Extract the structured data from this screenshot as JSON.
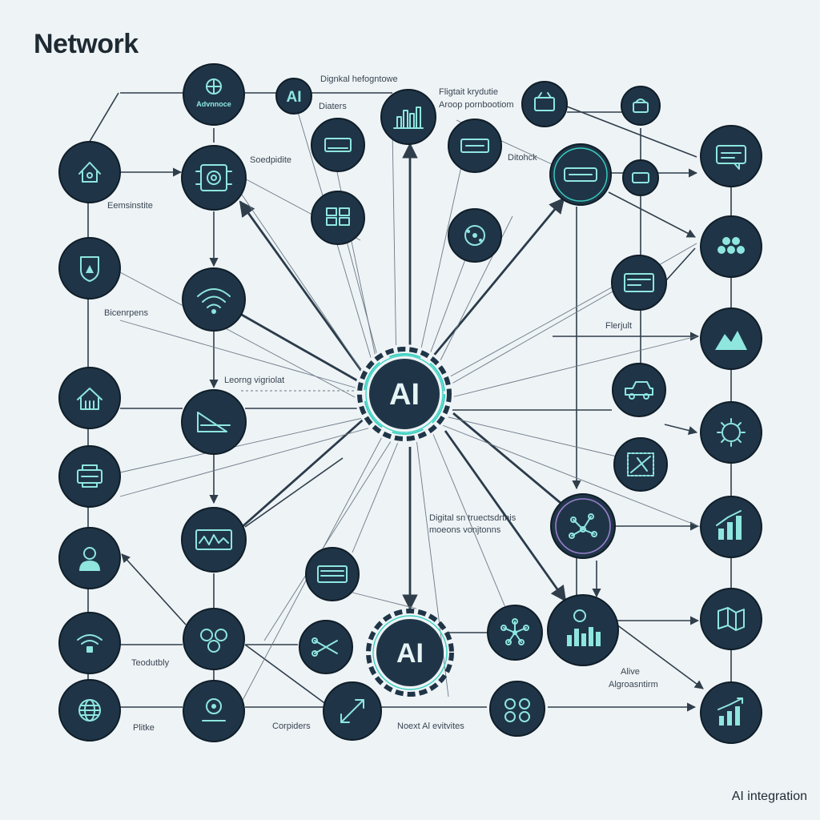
{
  "header": {
    "title": "Network"
  },
  "footer": {
    "caption": "AI integration"
  },
  "hubs": {
    "main_label": "AI",
    "secondary_label": "AI",
    "small_label": "AI"
  },
  "node_labels": {
    "advantage": "Advnnoce"
  },
  "labels": {
    "digital_info": "Dignkal hefogntowe",
    "datters": "Diaters",
    "higtolt": "Fligtait krydutie",
    "acopp": "Aroop pornbootiom",
    "soedpidte": "Soedpidite",
    "ditohck": "Ditohck",
    "eemsinsite": "Eemsinstite",
    "bicenrpens": "Bicenrpens",
    "fierjult": "Flerjult",
    "leornng": "Leorng vigriolat",
    "digital_structs": "Digital sn truectsdrtnis",
    "moeons": "moeons vonjtonns",
    "teodutbly": "Teodutbly",
    "alive": "Alive",
    "algorassnthm": "Algroasntirm",
    "plitke": "Plitke",
    "corpiders": "Corpiders",
    "noext": "Noext Al evitvites"
  },
  "icons": [
    "home-shield-icon",
    "shield-icon",
    "building-icon",
    "printer-icon",
    "person-icon",
    "wifi-lock-icon",
    "globe-icon",
    "cpu-icon",
    "wifi-icon",
    "chart-triangle-icon",
    "waveform-icon",
    "gears-icon",
    "phone-chip-icon",
    "adjust-icon",
    "hand-icon",
    "bars-icon",
    "server-rack-icon",
    "circuit-icon",
    "router-icon",
    "atom-icon",
    "device-icon",
    "basket-icon",
    "layers-icon",
    "chat-icon",
    "cluster-icon",
    "mountain-icon",
    "gear-icon",
    "bar-chart-icon",
    "map-icon",
    "growth-chart-icon",
    "card-icon",
    "vehicle-icon",
    "map-dashed-icon",
    "brain-network-icon",
    "equalizer-icon",
    "neural-icon",
    "resize-arrow-icon",
    "gear-cluster-icon",
    "cut-icon",
    "keyboard-icon"
  ],
  "colors": {
    "node": "#1f3547",
    "accent": "#8fe6df",
    "glow": "#3ad1c1",
    "background": "#eef3f6"
  }
}
